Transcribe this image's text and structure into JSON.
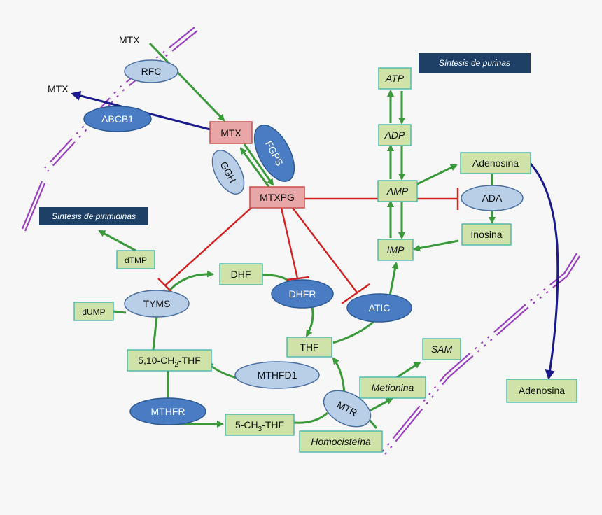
{
  "colors": {
    "green_arrow": "#3a9a3a",
    "inhibit_red": "#d42020",
    "efflux_blue": "#1a1a8c",
    "membrane_purple": "#9a3fc0",
    "box_green_fill": "#cfe3a8",
    "box_green_stroke": "#3cb3a8",
    "box_red_fill": "#e8a6a6",
    "box_red_stroke": "#c94f4f",
    "enzyme_light": "#b9cfe8",
    "enzyme_dark": "#4a7cc4",
    "banner": "#1e3f66"
  },
  "labels": {
    "mtx_in": "MTX",
    "mtx_out": "MTX",
    "rfc": "RFC",
    "abcb1": "ABCB1",
    "mtx": "MTX",
    "fgps": "FGPS",
    "ggh": "GGH",
    "mtxpg": "MTXPG",
    "purines_banner": "Síntesis de purinas",
    "pyrimidines_banner": "Síntesis de pirimidinas",
    "atp": "ATP",
    "adp": "ADP",
    "amp": "AMP",
    "imp": "IMP",
    "adenosina": "Adenosina",
    "ada": "ADA",
    "inosina": "Inosina",
    "adenosina_out": "Adenosina",
    "dtmp": "dTMP",
    "dump": "dUMP",
    "tyms": "TYMS",
    "dhf": "DHF",
    "dhfr": "DHFR",
    "atic": "ATIC",
    "thf": "THF",
    "methylene_thf_pre": "5,10-CH",
    "methylene_thf_sub": "2",
    "methylene_thf_post": "-THF",
    "mthfd1": "MTHFD1",
    "mthfr": "MTHFR",
    "methyl_thf_pre": "5-CH",
    "methyl_thf_sub": "3",
    "methyl_thf_post": "-THF",
    "mtr": "MTR",
    "sam": "SAM",
    "metionina": "Metionina",
    "homocisteina": "Homocisteína"
  }
}
